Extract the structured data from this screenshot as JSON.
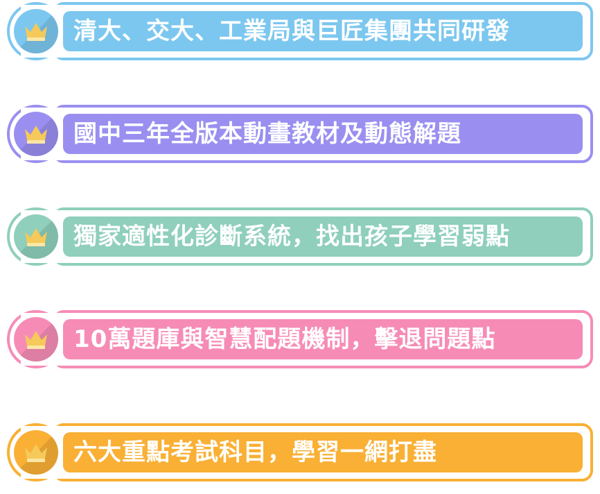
{
  "features": [
    {
      "text": "清大、交大、工業局與巨匠集團共同研發",
      "color": "#7cc7ef",
      "icon": "crown-icon"
    },
    {
      "text": "國中三年全版本動畫教材及動態解題",
      "color": "#9a8ff0",
      "icon": "crown-icon"
    },
    {
      "text": "獨家適性化診斷系統，找出孩子學習弱點",
      "color": "#8fcfbc",
      "icon": "crown-icon"
    },
    {
      "text": "10萬題庫與智慧配題機制，擊退問題點",
      "color": "#f68cb6",
      "icon": "crown-icon"
    },
    {
      "text": "六大重點考試科目，學習一網打盡",
      "color": "#f9b035",
      "icon": "crown-icon"
    }
  ],
  "crown_colors": {
    "fill": "#f5c95a",
    "band": "#fbe7a4",
    "gem": "#ffffff"
  }
}
